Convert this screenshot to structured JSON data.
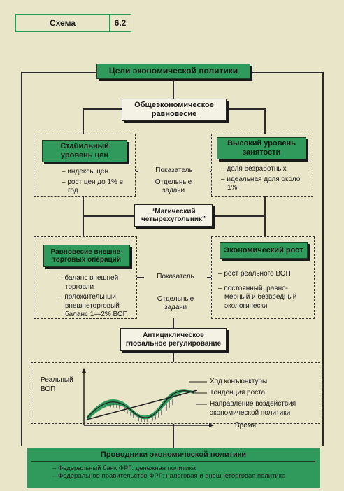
{
  "header": {
    "title": "Схема",
    "number": "6.2"
  },
  "top_box": "Цели экономической политики",
  "general_equilibrium": "Общеэкономическое равновесие",
  "stable_prices": {
    "title": "Стабильный уровень цен",
    "items": [
      "индексы цен",
      "рост цен до 1% в год"
    ]
  },
  "employment": {
    "title": "Высокий уровень занятости",
    "items": [
      "доля безработных",
      "идеальная доля около 1%"
    ]
  },
  "row1_mid": {
    "indicator": "Показатель",
    "tasks": "Отдельные задачи"
  },
  "magic": "“Магический четырехугольник”",
  "foreign_trade": {
    "title": "Равновесие внешне-торговых операций",
    "items": [
      "баланс внешней торговли",
      "положительный внешнеторговый баланс 1—2% ВОП"
    ]
  },
  "growth": {
    "title": "Экономический рост",
    "items": [
      "рост реального ВОП",
      "постоянный, равно-мерный и безвредный экологически"
    ]
  },
  "row2_mid": {
    "indicator": "Показатель",
    "tasks": "Отдельные задачи"
  },
  "anticyclic": "Антициклическое глобальное регулирование",
  "graph": {
    "ylabel": "Реальный ВОП",
    "xlabel": "Время",
    "legend": [
      "Ход конъюнктуры",
      "Тенденция роста",
      "Направление воздействия экономической политики"
    ]
  },
  "bottom": {
    "title": "Проводники экономической политики",
    "items": [
      "Федеральный банк ФРГ: денежная политика",
      "Федеральное правительство ФРГ: налоговая и внешнеторговая политика"
    ]
  },
  "colors": {
    "green": "#2f9a5c",
    "paper": "#e9e5c9"
  }
}
